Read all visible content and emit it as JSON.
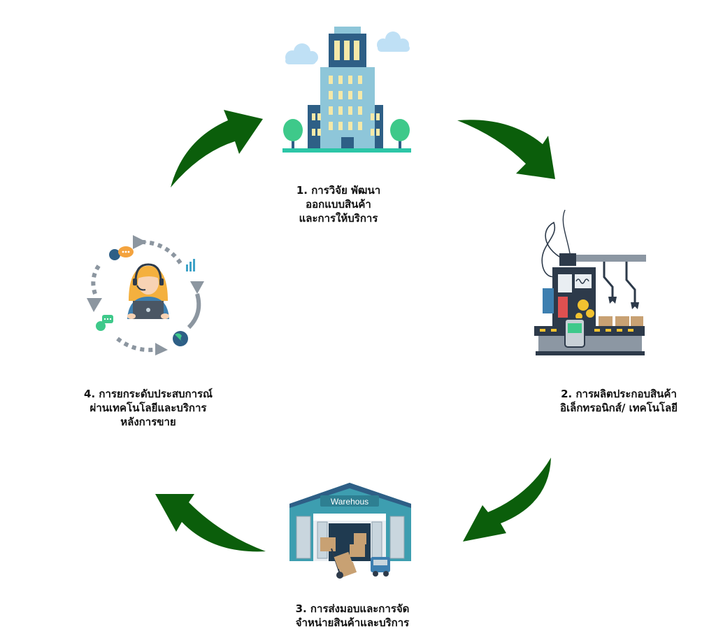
{
  "colors": {
    "arrow": "#0b5e0b",
    "building_main": "#8ec6d9",
    "building_dark": "#2e5f86",
    "window": "#f5e9a8",
    "tree": "#3ec98a",
    "ground": "#2cc6a7",
    "cloud": "#bfe0f5",
    "machine_dark": "#2d3a4a",
    "warehouse_teal": "#3d9eb0",
    "box": "#c8a173",
    "agent_hair": "#f4b03e",
    "loop_arrow": "#8c96a0"
  },
  "steps": [
    {
      "id": 1,
      "icon": "office-building-icon",
      "lines": [
        "1. การวิจัย พัฒนา",
        "ออกแบบสินค้า",
        "และการให้บริการ"
      ]
    },
    {
      "id": 2,
      "icon": "assembly-line-icon",
      "lines": [
        "2. การผลิตประกอบสินค้า",
        "อิเล็กทรอนิกส์/ เทคโนโลยี"
      ]
    },
    {
      "id": 3,
      "icon": "warehouse-icon",
      "icon_text": "Warehous",
      "lines": [
        "3. การส่งมอบและการจัด",
        "จำหน่ายสินค้าและบริการ"
      ]
    },
    {
      "id": 4,
      "icon": "customer-support-icon",
      "lines": [
        "4. การยกระดับประสบการณ์",
        "ผ่านเทคโนโลยีและบริการ",
        "หลังการขาย"
      ]
    }
  ]
}
